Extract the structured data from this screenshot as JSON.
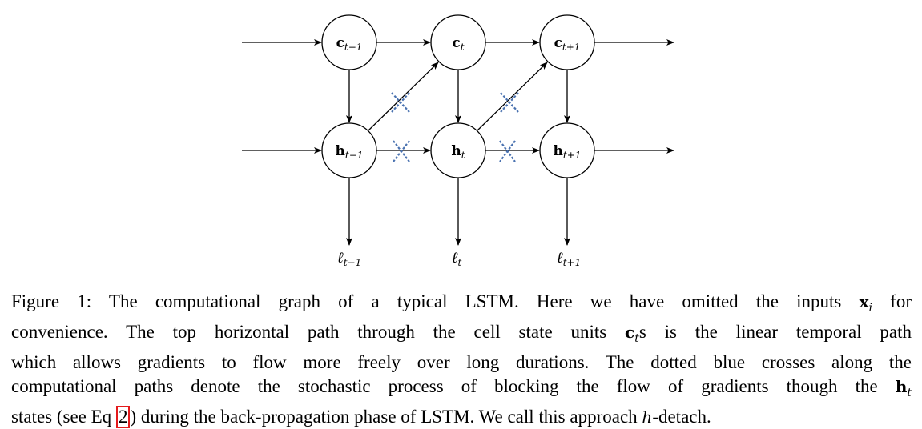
{
  "diagram": {
    "nodes": [
      {
        "id": "c_prev",
        "base": "c",
        "sub": "t−1"
      },
      {
        "id": "c_cur",
        "base": "c",
        "sub": "t"
      },
      {
        "id": "c_next",
        "base": "c",
        "sub": "t+1"
      },
      {
        "id": "h_prev",
        "base": "h",
        "sub": "t−1"
      },
      {
        "id": "h_cur",
        "base": "h",
        "sub": "t"
      },
      {
        "id": "h_next",
        "base": "h",
        "sub": "t+1"
      }
    ],
    "losses": [
      {
        "base": "ℓ",
        "sub": "t−1"
      },
      {
        "base": "ℓ",
        "sub": "t"
      },
      {
        "base": "ℓ",
        "sub": "t+1"
      }
    ],
    "cross_color": "#4a72b0"
  },
  "caption": {
    "l1_a": "Figure 1:  The computational graph of a typical LSTM. Here we have omitted the inputs ",
    "l1_x": "x",
    "l1_xsub": "i",
    "l1_b": " for",
    "l2_a": "convenience.  The top horizontal path through the cell state units ",
    "l2_c": "c",
    "l2_csub": "t",
    "l2_b": "s is the linear temporal path",
    "l3": "which allows gradients to flow more freely over long durations. The dotted blue crosses along the",
    "l4_a": "computational paths denote the stochastic process of blocking the flow of gradients though the ",
    "l4_h": "h",
    "l4_hsub": "t",
    "l5_a": "states (see Eq ",
    "l5_ref": "2",
    "l5_b": ") during the back-propagation phase of LSTM. We call this approach ",
    "l5_h": "h",
    "l5_c": "-detach."
  }
}
